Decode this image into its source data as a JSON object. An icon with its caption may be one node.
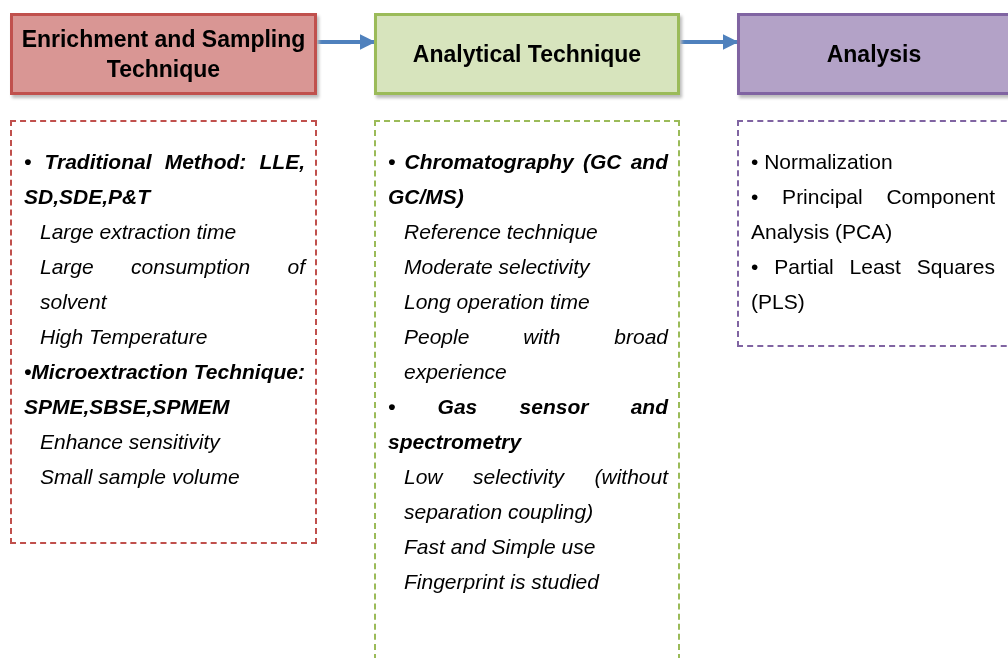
{
  "diagram": {
    "nodes": [
      {
        "text": [
          "Enrichment and Sampling Technique"
        ]
      },
      {
        "text": [
          "Analytical Technique"
        ]
      },
      {
        "text": [
          "Analysis"
        ]
      },
      {
        "text": [
          "• Traditional Method: LLE, SD,SDE,P&T",
          "Large extraction time",
          "Large consumption of solvent",
          "High Temperature",
          "•Microextraction Technique: SPME,SBSE,SPMEM",
          "Enhance sensitivity",
          "Small sample volume"
        ]
      },
      {
        "text": [
          "• Chromatography (GC and GC/MS)",
          "Reference technique",
          "Moderate selectivity",
          "Long operation time",
          "People with broad experience",
          "• Gas sensor and spectrometry",
          "Low selectivity (without separation coupling)",
          "Fast and Simple use",
          "Fingerprint is studied"
        ]
      },
      {
        "text": [
          "• Normalization",
          "• Principal Component Analysis (PCA)",
          "• Partial Least Squares (PLS)"
        ]
      }
    ],
    "edges": [
      {
        "from": 0,
        "to": 1,
        "arrow": "to"
      },
      {
        "from": 1,
        "to": 2,
        "arrow": "to"
      }
    ]
  }
}
